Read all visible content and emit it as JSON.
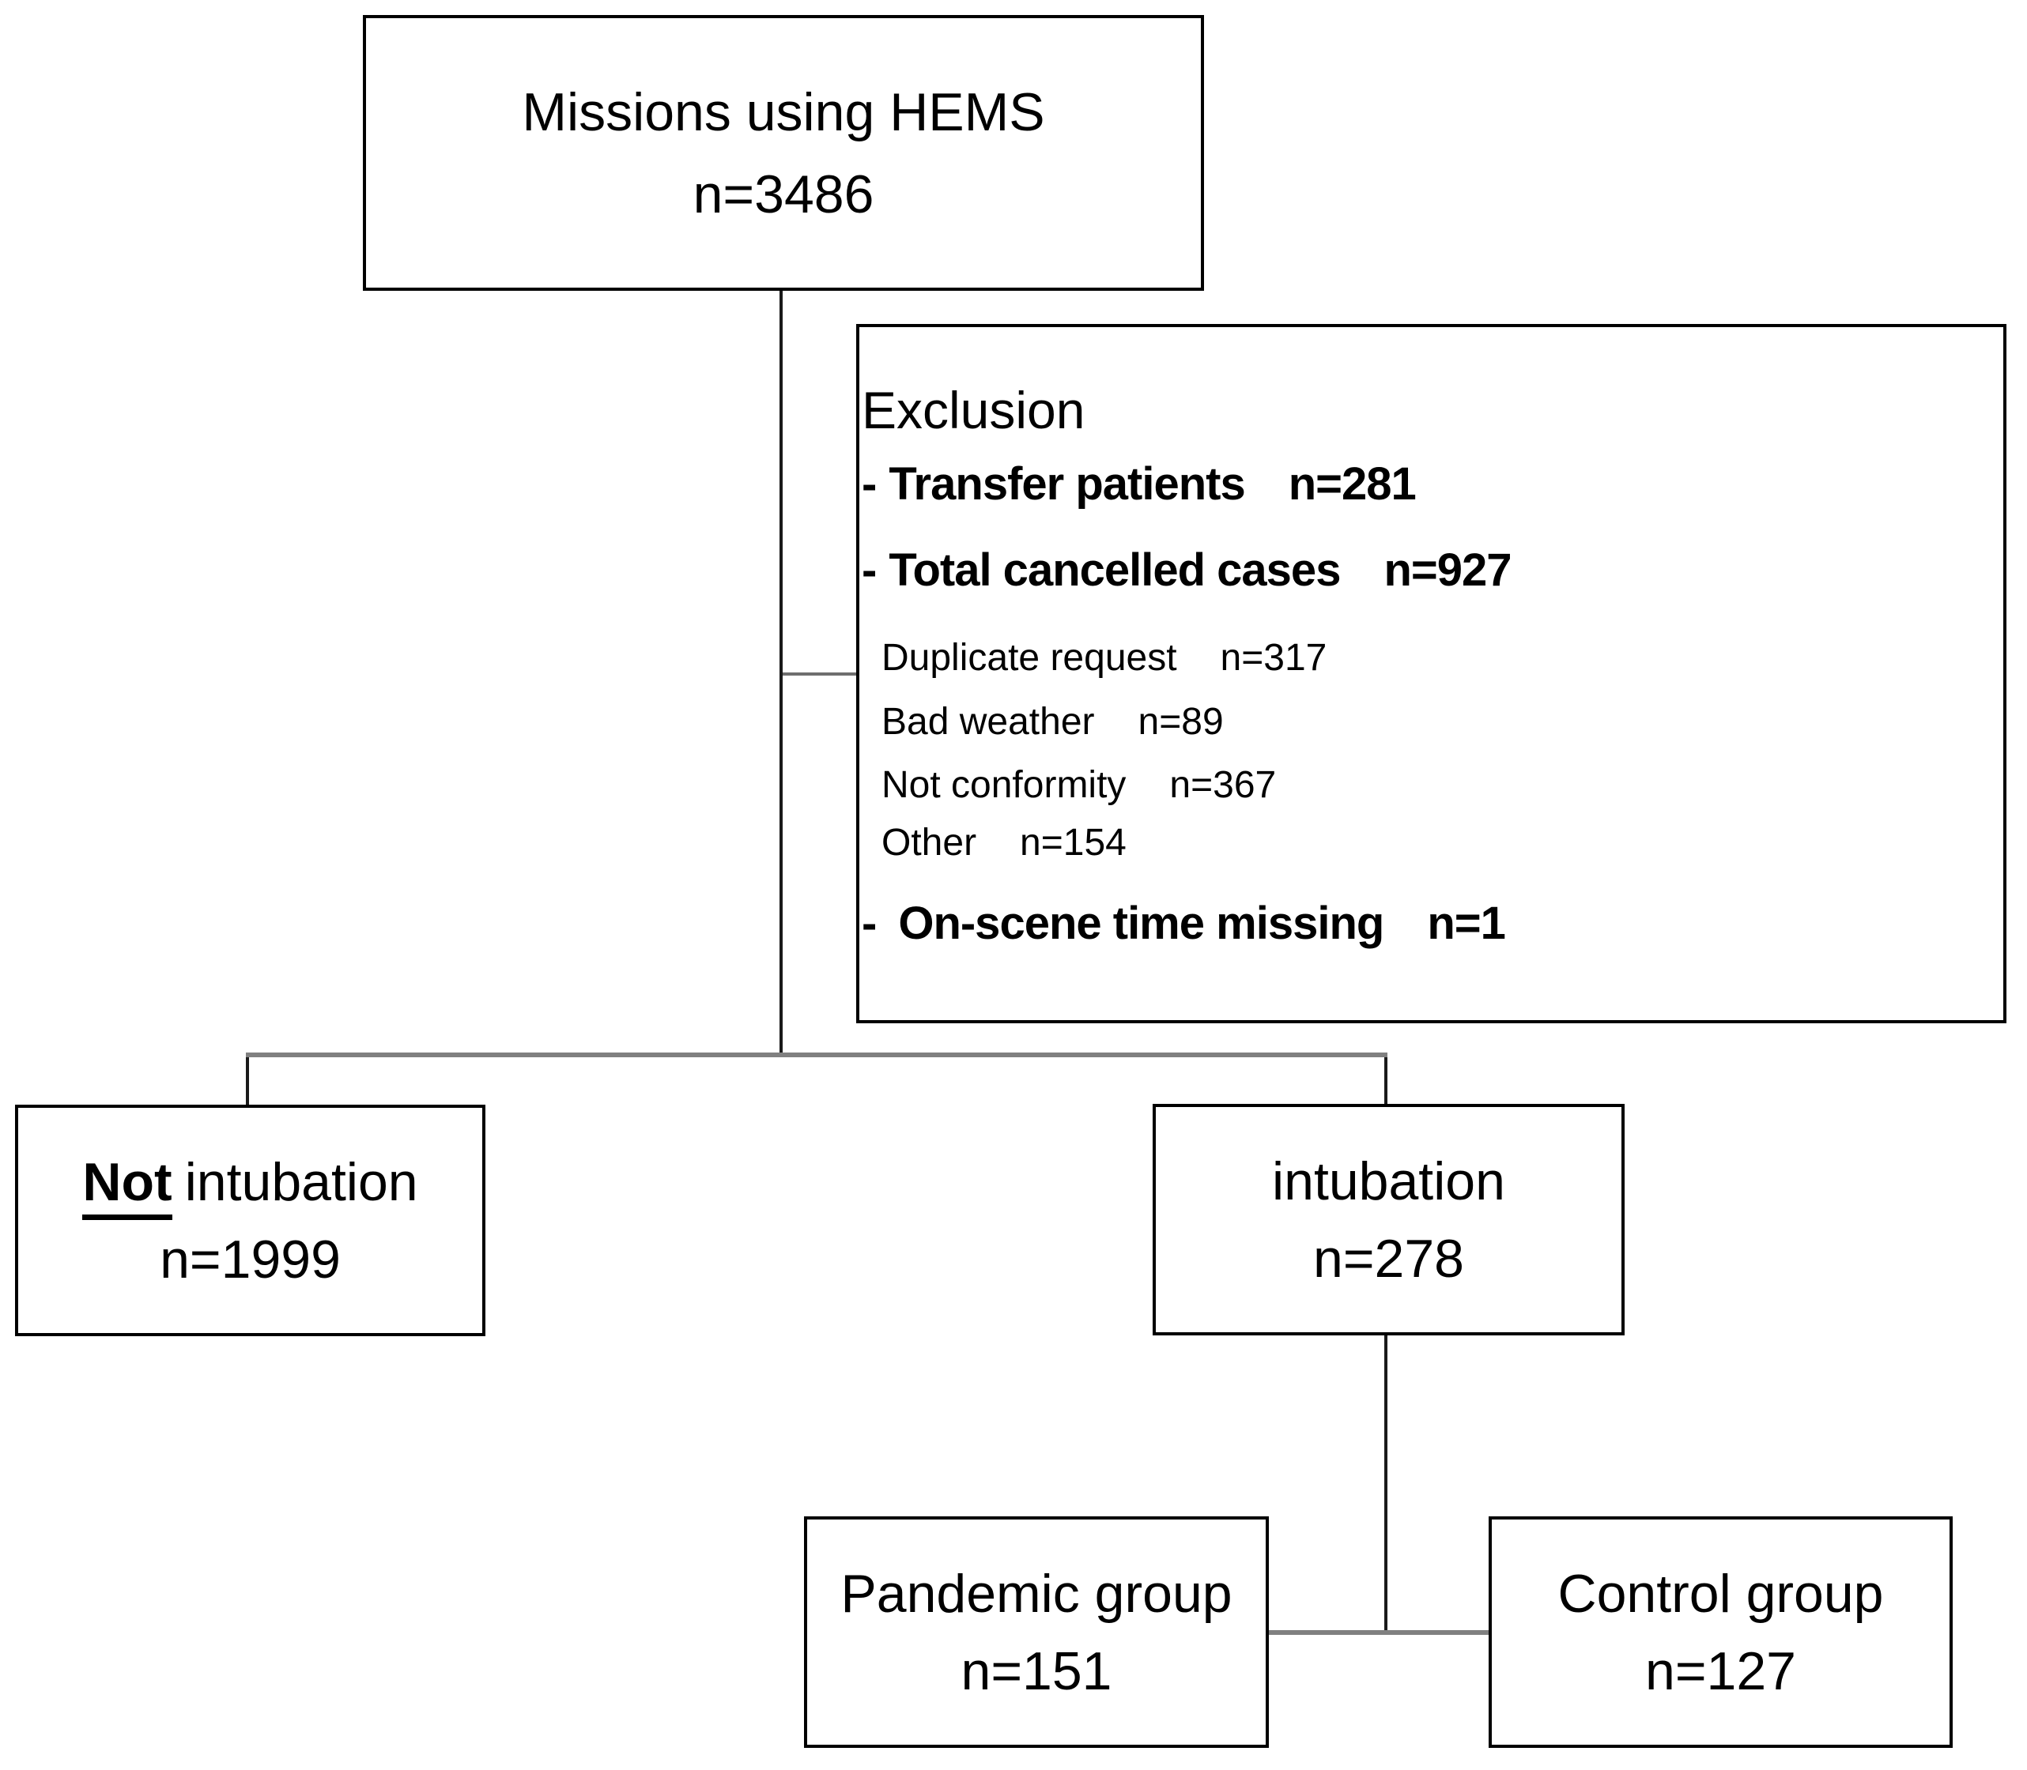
{
  "diagram": {
    "boxes": {
      "missions": {
        "line1": "Missions using HEMS",
        "line2": "n=3486"
      },
      "not_intubation": {
        "line1_bold": "Not",
        "line1_rest": "intubation",
        "line2": "n=1999"
      },
      "intubation": {
        "line1": "intubation",
        "line2": "n=278"
      },
      "pandemic": {
        "line1": "Pandemic group",
        "line2": "n=151"
      },
      "control": {
        "line1": "Control group",
        "line2": "n=127"
      }
    },
    "exclusion": {
      "title": "Exclusion",
      "items": [
        {
          "dash": "-",
          "label": "Transfer patients",
          "value": "n=281"
        },
        {
          "dash": "-",
          "label": "Total cancelled cases",
          "value": "n=927"
        },
        {
          "dash": "",
          "label": "Duplicate request",
          "value": "n=317"
        },
        {
          "dash": "",
          "label": "Bad weather",
          "value": "n=89"
        },
        {
          "dash": "",
          "label": "Not conformity",
          "value": "n=367"
        },
        {
          "dash": "",
          "label": "Other",
          "value": "n=154"
        },
        {
          "dash": "-",
          "label": "On-scene time missing",
          "value": "n=1"
        }
      ]
    },
    "colors": {
      "border": "#000000",
      "connector_black": "#1a1a1a",
      "connector_gray": "#808080",
      "background": "#ffffff",
      "text": "#000000"
    }
  }
}
